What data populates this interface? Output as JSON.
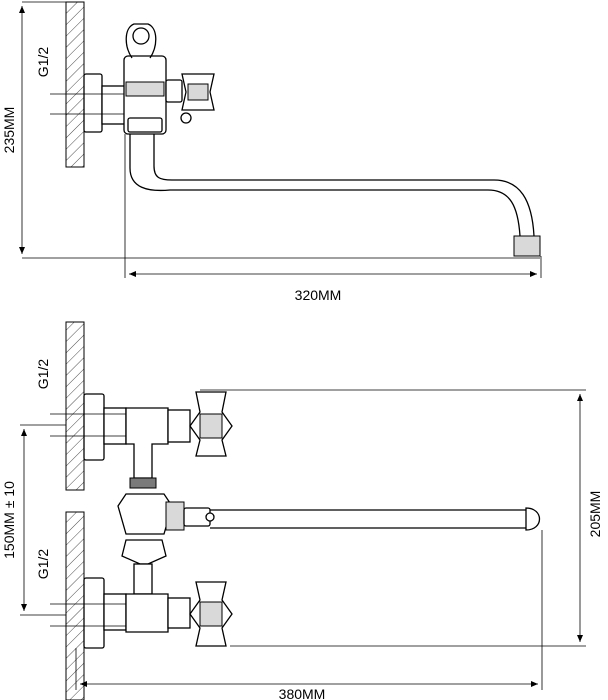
{
  "top_view": {
    "height_label": "235MM",
    "thread_label": "G1/2",
    "reach_label": "320MM"
  },
  "front_view": {
    "upper_thread_label": "G1/2",
    "lower_thread_label": "G1/2",
    "center_distance_label": "150MM ± 10",
    "height_label": "205MM",
    "reach_label": "380MM"
  },
  "colors": {
    "line": "#000000",
    "fill": "#ffffff",
    "shade": "#d9d9d9"
  }
}
